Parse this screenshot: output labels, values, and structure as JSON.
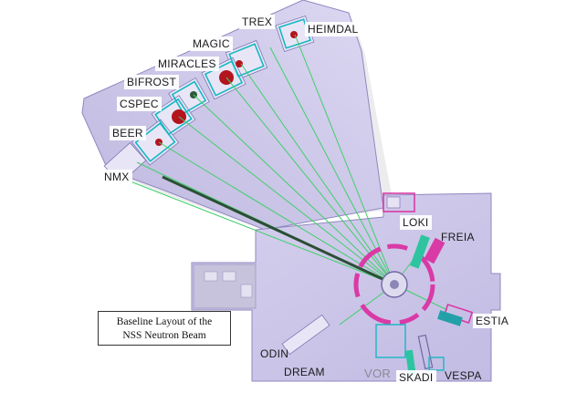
{
  "instruments": {
    "heimdal": "HEIMDAL",
    "trex": "TREX",
    "magic": "MAGIC",
    "miracles": "MIRACLES",
    "bifrost": "BIFROST",
    "cspec": "CSPEC",
    "beer": "BEER",
    "nmx": "NMX",
    "loki": "LOKI",
    "freia": "FREIA",
    "estia": "ESTIA",
    "odin": "ODIN",
    "dream": "DREAM",
    "vor": "VOR",
    "skadi": "SKADI",
    "vespa": "VESPA"
  },
  "caption": {
    "line1": "Baseline Layout of the",
    "line2": "NSS Neutron Beam"
  },
  "colors": {
    "floor": "#cfc9ea",
    "floor_dark": "#aea6d6",
    "beamline": "#3fcf6a",
    "cyan_outline": "#18b7c4",
    "magenta": "#d93aa6",
    "sample_red": "#b3141e"
  }
}
